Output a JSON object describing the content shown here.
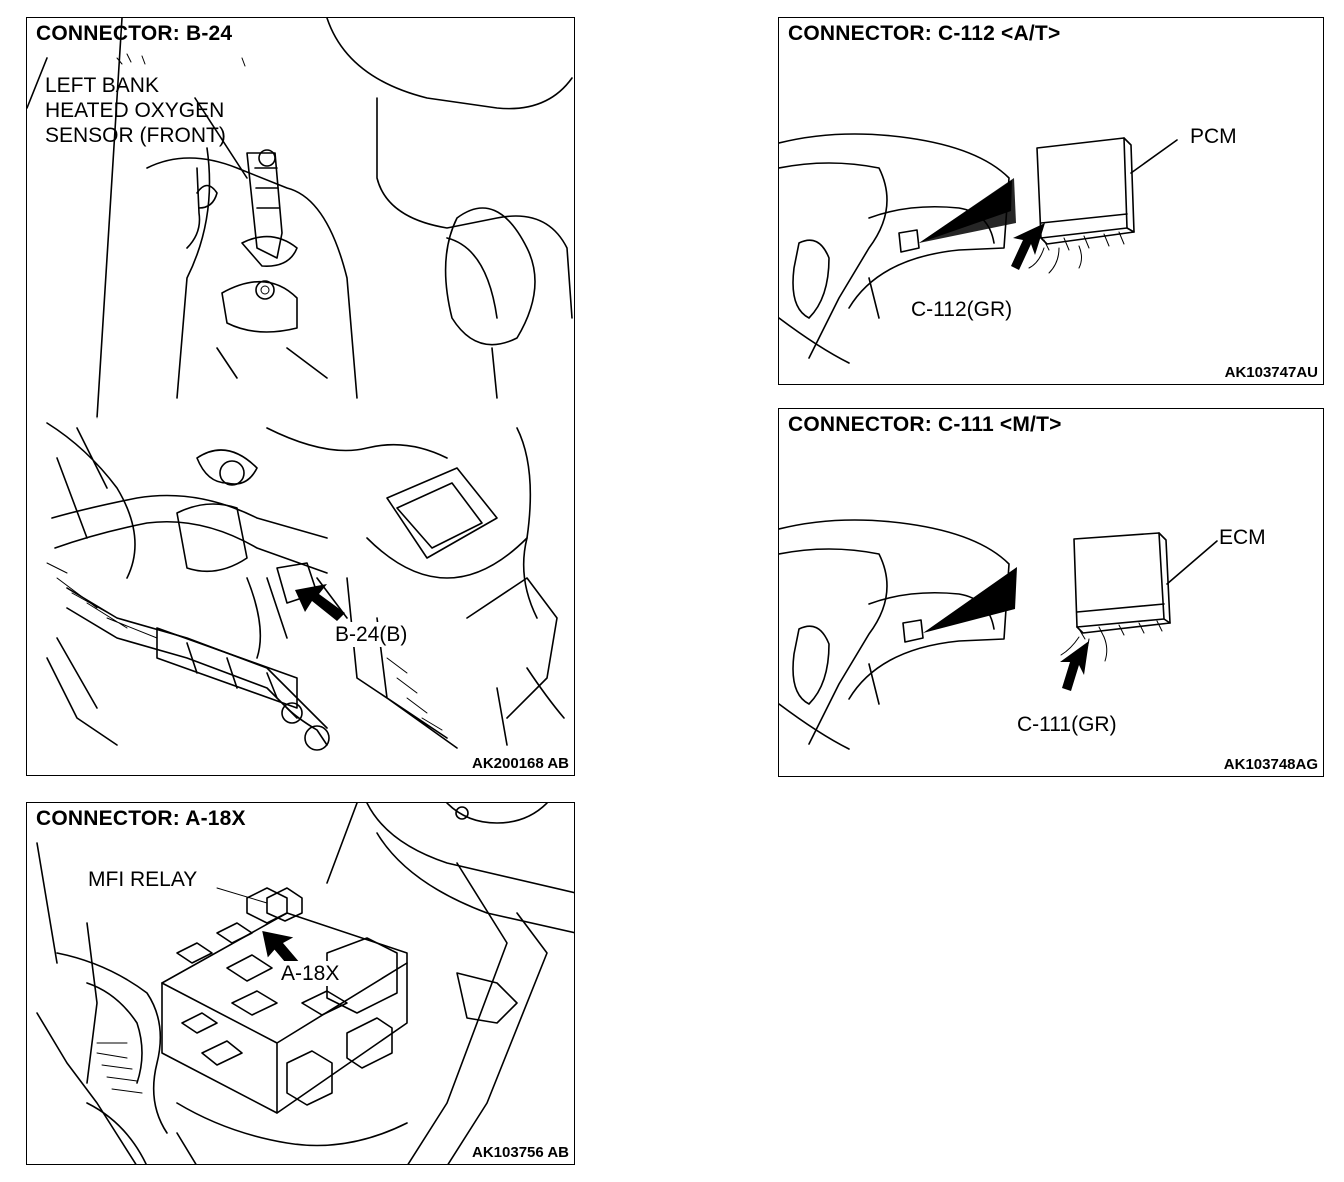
{
  "panels": {
    "b24": {
      "title": "CONNECTOR: B-24",
      "sensor_label": [
        "LEFT BANK",
        "HEATED OXYGEN",
        "SENSOR (FRONT)"
      ],
      "connector_label": "B-24(B)",
      "code": "AK200168 AB"
    },
    "a18x": {
      "title": "CONNECTOR: A-18X",
      "relay_label": "MFI RELAY",
      "connector_label": "A-18X",
      "code": "AK103756 AB"
    },
    "c112": {
      "title": "CONNECTOR: C-112 <A/T>",
      "module_label": "PCM",
      "connector_label": "C-112(GR)",
      "code": "AK103747AU"
    },
    "c111": {
      "title": "CONNECTOR: C-111 <M/T>",
      "module_label": "ECM",
      "connector_label": "C-111(GR)",
      "code": "AK103748AG"
    }
  }
}
